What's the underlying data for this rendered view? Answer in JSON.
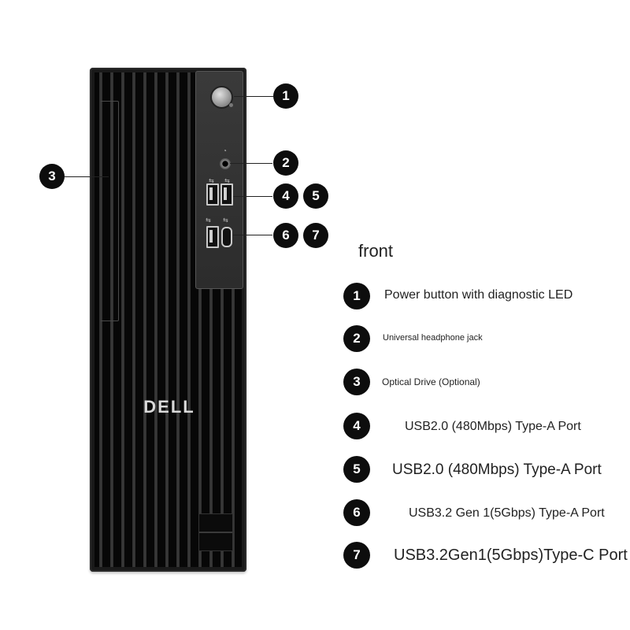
{
  "brand": "DELL",
  "section_title": "front",
  "legend": [
    {
      "num": "1",
      "text": "Power button with diagnostic LED"
    },
    {
      "num": "2",
      "text": "Universal headphone jack"
    },
    {
      "num": "3",
      "text": "Optical Drive (Optional)"
    },
    {
      "num": "4",
      "text": "USB2.0 (480Mbps) Type-A Port"
    },
    {
      "num": "5",
      "text": "USB2.0 (480Mbps) Type-A Port"
    },
    {
      "num": "6",
      "text": "USB3.2 Gen 1(5Gbps) Type-A Port"
    },
    {
      "num": "7",
      "text": "USB3.2Gen1(5Gbps)Type-C Port"
    }
  ],
  "callouts": [
    "1",
    "2",
    "3",
    "4",
    "5",
    "6",
    "7"
  ],
  "colors": {
    "badge": "#0d0d0d",
    "chassis": "#1a1a1a"
  }
}
